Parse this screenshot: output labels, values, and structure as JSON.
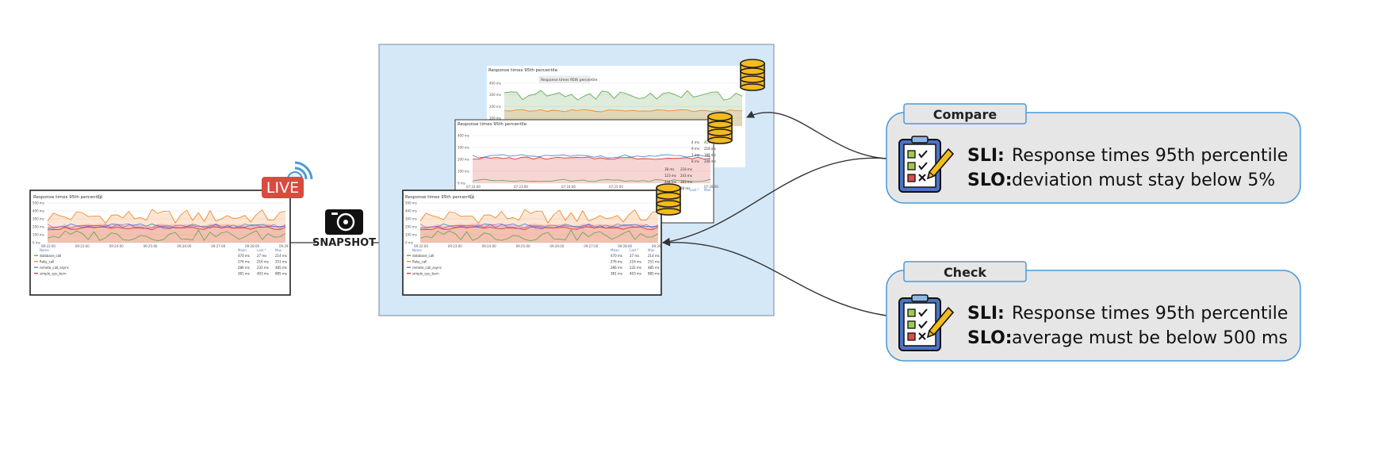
{
  "live_panel": {
    "title": "Response times 95th percentile",
    "badge": "LIVE",
    "y_ticks": [
      "500 ms",
      "400 ms",
      "300 ms",
      "200 ms",
      "100 ms",
      "0 ms"
    ],
    "x_ticks": [
      "09:22:00",
      "09:23:00",
      "09:24:00",
      "09:25:00",
      "09:26:00",
      "09:27:00",
      "09:28:00",
      "09:29"
    ],
    "legend_header": [
      "Name",
      "Mean",
      "Last *",
      "Max"
    ],
    "legend_rows": [
      {
        "name": "database_call",
        "mean": "470 ms",
        "last": "27 ms",
        "max": "214 ms"
      },
      {
        "name": "flaky_call",
        "mean": "276 ms",
        "last": "216 ms",
        "max": "251 ms"
      },
      {
        "name": "remote_call_async",
        "mean": "286 ms",
        "last": "232 ms",
        "max": "485 ms"
      },
      {
        "name": "simple_cpu_burn",
        "mean": "381 ms",
        "last": "403 ms",
        "max": "885 ms"
      }
    ]
  },
  "snapshot": {
    "label": "SNAPSHOT"
  },
  "stack": {
    "back": {
      "title": "Response times 95th percentile",
      "tooltip": "Response times 95th percentile",
      "y_ticks": [
        "400 ms",
        "300 ms",
        "200 ms",
        "100 ms"
      ]
    },
    "middle": {
      "title": "Response times 95th percentile",
      "y_ticks": [
        "400 ms",
        "300 ms",
        "200 ms",
        "100 ms",
        "0 ms"
      ],
      "x_ticks": [
        "07:22:00",
        "07:23:00",
        "07:24:00",
        "07:25:00",
        "07:26:00",
        "07:26:00"
      ],
      "legend_header": [
        "Last *",
        "Max"
      ],
      "legend_rows": [
        {
          "mean": "4 ms",
          "max": "419 ms"
        },
        {
          "mean": "9 ms",
          "max": "218 ms"
        },
        {
          "mean": "7 ms",
          "max": "188 ms"
        },
        {
          "mean": "8 ms",
          "max": "248 ms"
        },
        {
          "mean": "38 ms",
          "max": "218 ms"
        },
        {
          "mean": "123 ms",
          "max": "243 ms"
        },
        {
          "mean": "234 ms",
          "max": "383 ms"
        },
        {
          "mean": "14 ms",
          "max": "88 ms"
        }
      ]
    },
    "front": {
      "title": "Response times 95th percentile",
      "y_ticks": [
        "500 ms",
        "400 ms",
        "300 ms",
        "200 ms",
        "100 ms",
        "0 ms"
      ],
      "x_ticks": [
        "09:22:00",
        "09:23:00",
        "09:24:00",
        "09:25:00",
        "09:26:00",
        "09:27:00",
        "09:28:00",
        "09:29"
      ],
      "legend_header": [
        "Name",
        "Mean",
        "Last *",
        "Max"
      ],
      "legend_rows": [
        {
          "name": "database_call",
          "mean": "470 ms",
          "last": "27 ms",
          "max": "214 ms"
        },
        {
          "name": "flaky_call",
          "mean": "276 ms",
          "last": "216 ms",
          "max": "251 ms"
        },
        {
          "name": "remote_call_async",
          "mean": "286 ms",
          "last": "232 ms",
          "max": "485 ms"
        },
        {
          "name": "simple_cpu_burn",
          "mean": "381 ms",
          "last": "403 ms",
          "max": "885 ms"
        }
      ]
    }
  },
  "compare_card": {
    "tab": "Compare",
    "sli_label": "SLI:",
    "sli_text": "Response times 95th percentile",
    "slo_label": "SLO:",
    "slo_text": "deviation must stay below 5%"
  },
  "check_card": {
    "tab": "Check",
    "sli_label": "SLI:",
    "sli_text": "Response times 95th percentile",
    "slo_label": "SLO:",
    "slo_text": "average must be below 500 ms"
  },
  "colors": {
    "stack_bg": "#d5e8f8",
    "card_bg": "#e6e6e6",
    "card_border": "#4a9ad8",
    "live_red": "#d94a3f",
    "db_yellow": "#f3bb1c",
    "series_orange": "#f08a30",
    "series_red": "#d9413a",
    "series_blue": "#5a87d6",
    "series_green": "#6aa95a",
    "series_purple": "#9b4cc6"
  }
}
